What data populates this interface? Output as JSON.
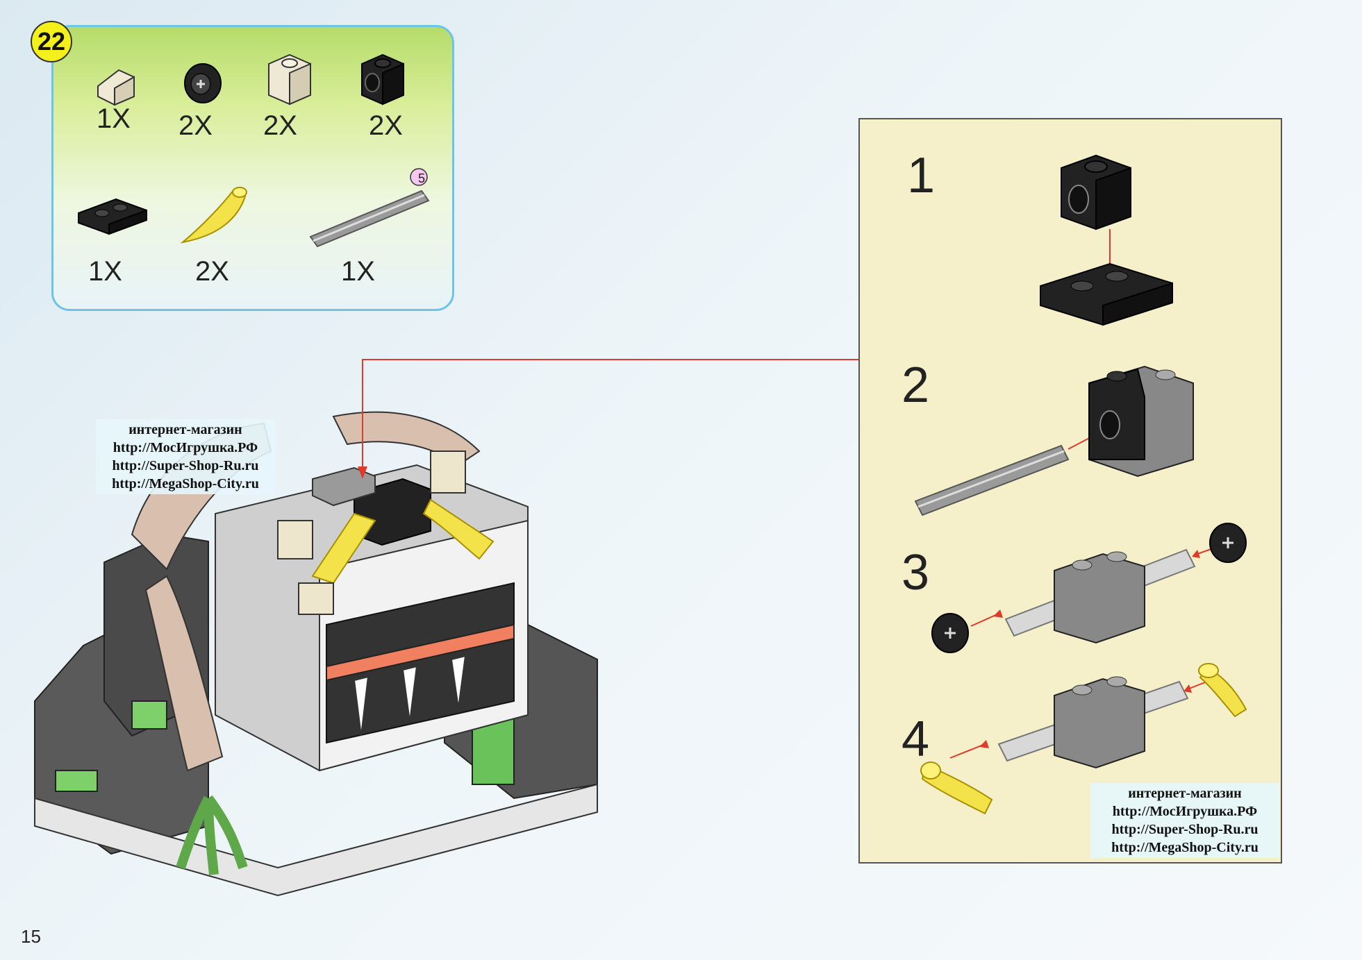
{
  "step_number": "22",
  "parts": [
    {
      "name": "slope-brick-tan",
      "qty": "1X"
    },
    {
      "name": "wheel-black",
      "qty": "2X"
    },
    {
      "name": "brick-1x1-tan",
      "qty": "2X"
    },
    {
      "name": "technic-brick-black",
      "qty": "2X"
    },
    {
      "name": "plate-1x2-black",
      "qty": "1X"
    },
    {
      "name": "claw-yellow",
      "qty": "2X"
    },
    {
      "name": "axle-grey",
      "qty": "1X",
      "length": "5"
    }
  ],
  "substeps": [
    "1",
    "2",
    "3",
    "4"
  ],
  "watermark_top": [
    "интернет-магазин",
    "http://МосИгрушка.РФ",
    "http://Super-Shop-Ru.ru",
    "http://MegaShop-City.ru"
  ],
  "watermark_bottom": [
    "интернет-магазин",
    "http://МосИгрушка.РФ",
    "http://Super-Shop-Ru.ru",
    "http://MegaShop-City.ru"
  ],
  "page_number": "15",
  "colors": {
    "callout_line": "#e03a2a",
    "panel_border": "#6cc4e8",
    "subpanel_bg": "#f5f0c9",
    "badge": "#f3f01c"
  }
}
